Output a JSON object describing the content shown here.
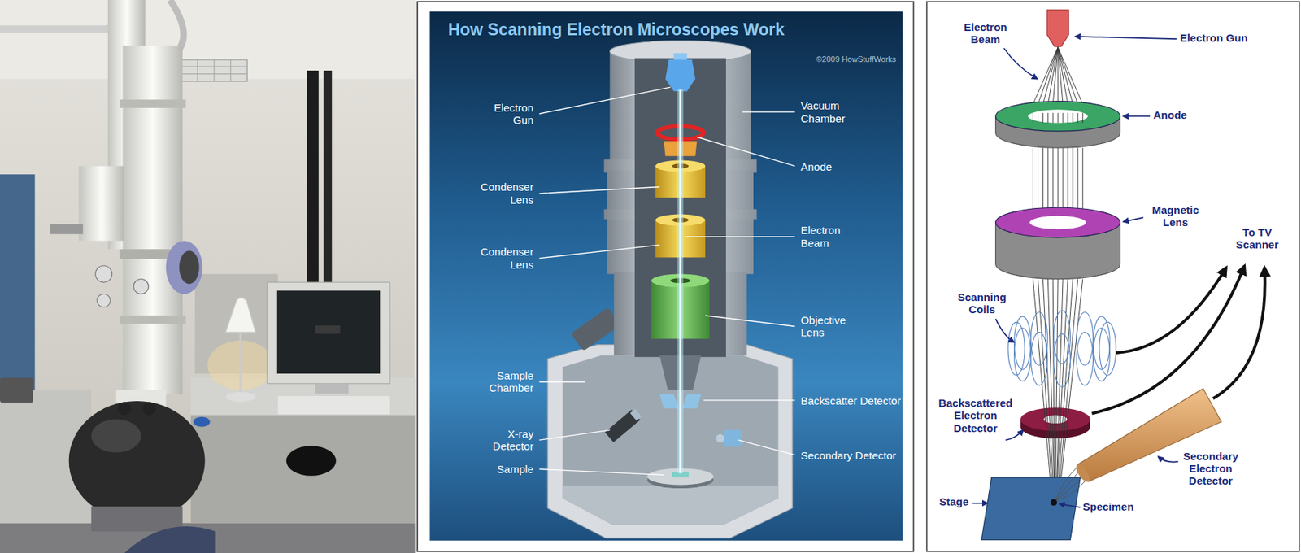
{
  "diagram": {
    "title": "How Scanning Electron Microscopes Work",
    "labels": [
      "©2009 HowStuffWorks",
      "Electron Gun",
      "Vacuum Chamber",
      "Anode",
      "Condenser Lens",
      "Electron Beam",
      "Condenser Lens",
      "Objective Lens",
      "Sample Chamber",
      "Backscatter Detector",
      "X-ray Detector",
      "Secondary Detector",
      "Sample",
      "Electron Beam",
      "Electron Gun",
      "Anode",
      "Magnetic Lens",
      "To TV Scanner",
      "Scanning Coils",
      "Backscattered Electron Detector",
      "Secondary Electron Detector",
      "Stage",
      "Specimen"
    ]
  }
}
